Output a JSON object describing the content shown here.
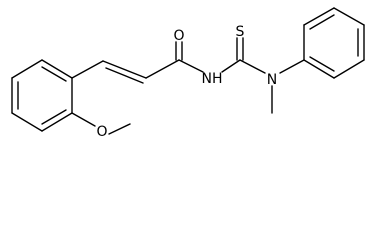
{
  "structure": {
    "type": "chemical-structure",
    "atom_labels": {
      "carbonyl_oxygen": "O",
      "thione_sulfur": "S",
      "amide_nh": "NH",
      "amine_n": "N",
      "ether_oxygen": "O"
    },
    "colors": {
      "bond": "#000000",
      "label": "#000000",
      "background": "#ffffff"
    }
  }
}
